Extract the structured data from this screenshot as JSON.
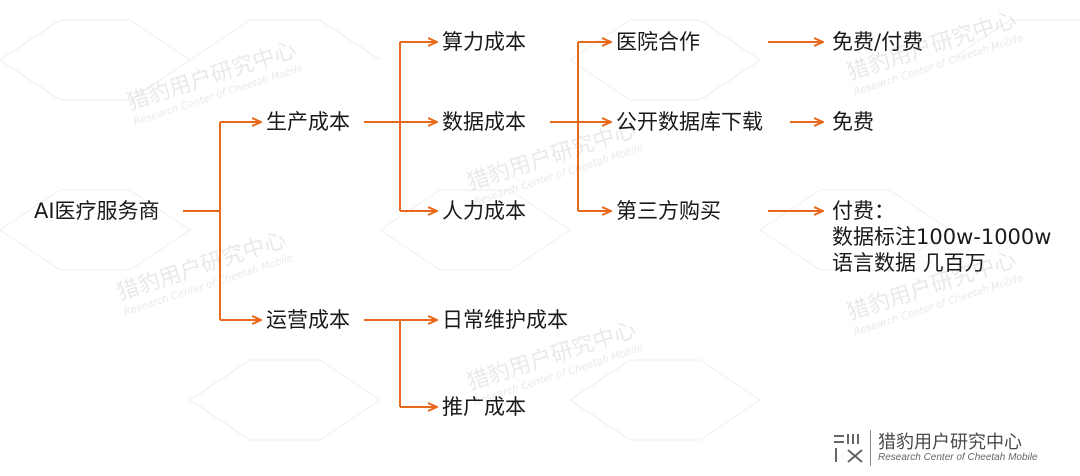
{
  "diagram": {
    "root": "AI医疗服务商",
    "production_cost": "生产成本",
    "operation_cost": "运营成本",
    "compute_cost": "算力成本",
    "data_cost": "数据成本",
    "labor_cost": "人力成本",
    "maintenance_cost": "日常维护成本",
    "promotion_cost": "推广成本",
    "hospital_coop": "医院合作",
    "public_db": "公开数据库下载",
    "third_party": "第三方购买",
    "free_or_paid": "免费/付费",
    "free": "免费",
    "paid_lines": [
      "付费：",
      "数据标注100w-1000w",
      "语言数据 几百万"
    ]
  },
  "watermark": {
    "cn": "猎豹用户研究中心",
    "en": "Research Center of Cheetah Mobile"
  },
  "footer": {
    "name": "猎豹用户研究中心",
    "sub": "Research Center of Cheetah Mobile"
  },
  "colors": {
    "accent": "#e8681c",
    "text": "#1a1a1a"
  }
}
